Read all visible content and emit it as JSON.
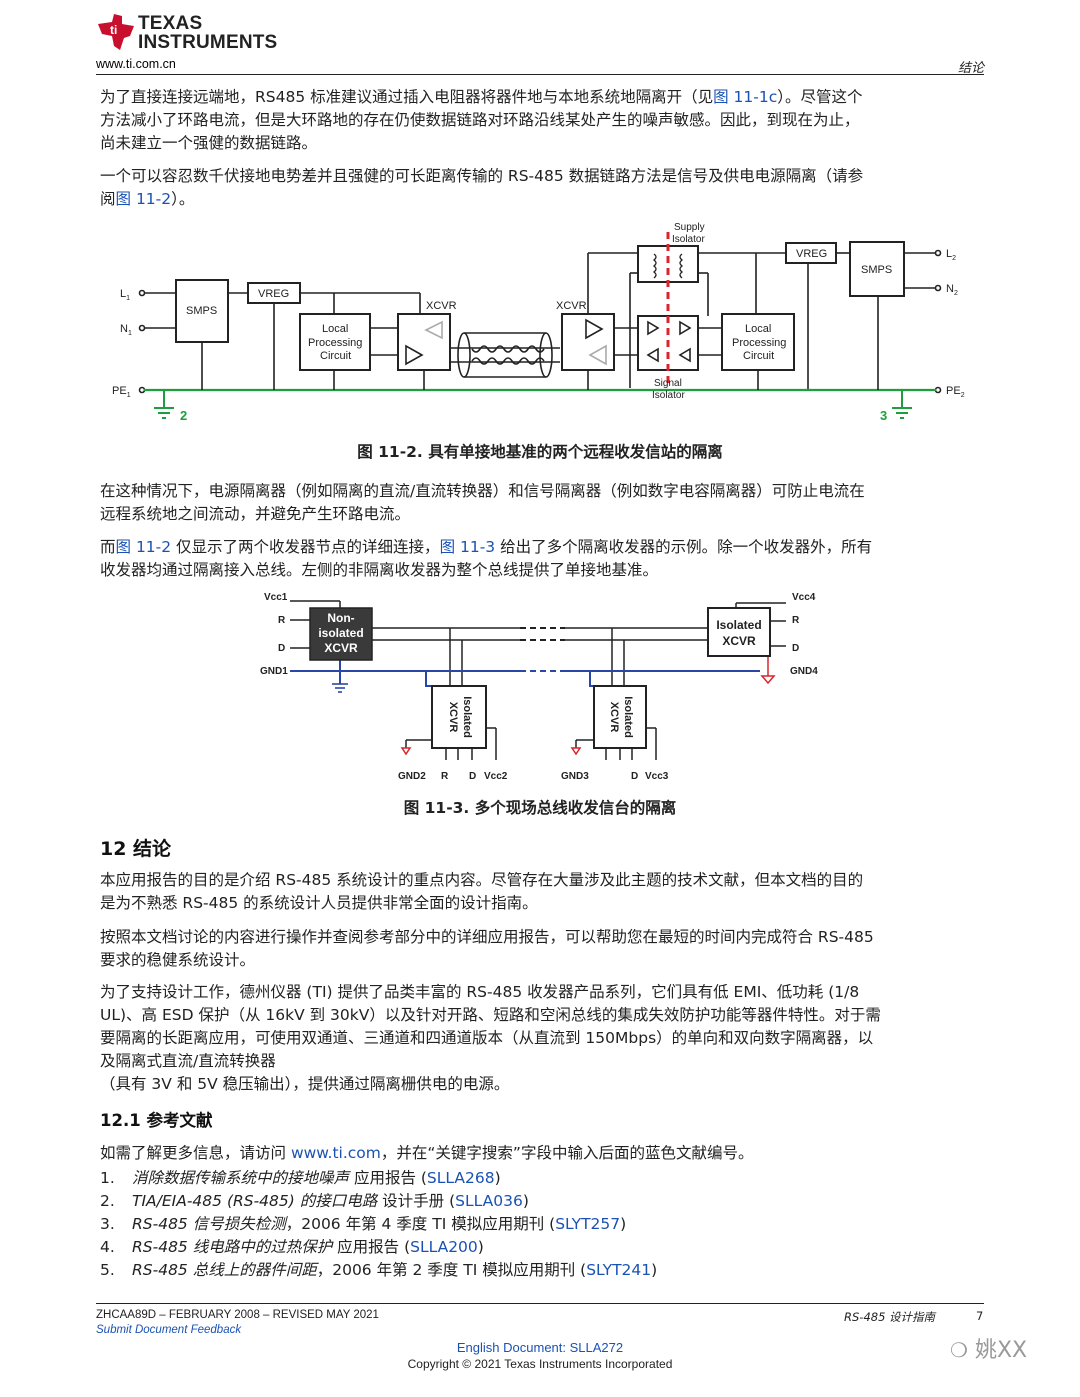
{
  "header": {
    "logo_line1": "Texas",
    "logo_line2": "Instruments",
    "website": "www.ti.com.cn",
    "section": "结论"
  },
  "paragraphs": {
    "p1_a": "为了直接连接远端地，RS485 标准建议通过插入电阻器将器件地与本地系统地隔离开（见",
    "p1_link": "图 11-1c",
    "p1_b": "）。尽管这个",
    "p1_line2": "方法减小了环路电流，但是大环路地的存在仍使数据链路对环路沿线某处产生的噪声敏感。因此，到现在为止，",
    "p1_line3": "尚未建立一个强健的数据链路。",
    "p2_line1": "一个可以容忍数千伏接地电势差并且强健的可长距离传输的 RS-485 数据链路方法是信号及供电电源隔离（请参",
    "p2_a": "阅",
    "p2_link": "图 11-2",
    "p2_b": "）。",
    "p3_line1": "在这种情况下，电源隔离器（例如隔离的直流/直流转换器）和信号隔离器（例如数字电容隔离器）可防止电流在",
    "p3_line2": "远程系统地之间流动，并避免产生环路电流。",
    "p4_a": "而",
    "p4_link1": "图 11-2",
    "p4_b": " 仅显示了两个收发器节点的详细连接，",
    "p4_link2": "图 11-3",
    "p4_c": " 给出了多个隔离收发器的示例。除一个收发器外，所有",
    "p4_line2": "收发器均通过隔离接入总线。左侧的非隔离收发器为整个总线提供了单接地基准。"
  },
  "fig1": {
    "caption": "图 11-2. 具有单接地基准的两个远程收发信站的隔离",
    "L1": "L",
    "L1_sub": "1",
    "N1": "N",
    "N1_sub": "1",
    "PE1": "PE",
    "PE1_sub": "1",
    "L2": "L",
    "L2_sub": "2",
    "N2": "N",
    "N2_sub": "2",
    "PE2": "PE",
    "PE2_sub": "2",
    "smps": "SMPS",
    "vreg": "VREG",
    "local1": "Local",
    "local2": "Processing",
    "local3": "Circuit",
    "xcvr": "XCVR",
    "supply1": "Supply",
    "supply2": "Isolator",
    "signal1": "Signal",
    "signal2": "Isolator",
    "gnd_left": "2",
    "gnd_right": "3"
  },
  "fig2": {
    "caption": "图 11-3. 多个现场总线收发信台的隔离",
    "vcc1": "Vcc1",
    "r": "R",
    "d": "D",
    "gnd1": "GND1",
    "nonisolated1": "Non-",
    "nonisolated2": "isolated",
    "nonisolated3": "XCVR",
    "isolated1": "Isolated",
    "isolated2": "XCVR",
    "vcc4": "Vcc4",
    "gnd4": "GND4",
    "gnd2": "GND2",
    "vcc2": "Vcc2",
    "gnd3": "GND3",
    "vcc3": "Vcc3"
  },
  "section12": {
    "title": "12 结论",
    "p1_line1": "本应用报告的目的是介绍 RS-485 系统设计的重点内容。尽管存在大量涉及此主题的技术文献，但本文档的目的",
    "p1_line2": "是为不熟悉 RS-485 的系统设计人员提供非常全面的设计指南。",
    "p2_line1": "按照本文档讨论的内容进行操作并查阅参考部分中的详细应用报告，可以帮助您在最短的时间内完成符合 RS-485",
    "p2_line2": "要求的稳健系统设计。",
    "p3_line1": "为了支持设计工作，德州仪器 (TI) 提供了品类丰富的 RS-485 收发器产品系列，它们具有低 EMI、低功耗 (1/8",
    "p3_line2": "UL)、高 ESD 保护（从 16kV 到 30kV）以及针对开路、短路和空闲总线的集成失效防护功能等器件特性。对于需",
    "p3_line3": "要隔离的长距离应用，可使用双通道、三通道和四通道版本（从直流到 150Mbps）的单向和双向数字隔离器，以",
    "p3_line4": "及隔离式直流/直流转换器",
    "p3_line5": "（具有 3V 和 5V 稳压输出），提供通过隔离栅供电的电源。"
  },
  "section12_1": {
    "title": "12.1 参考文献",
    "intro_a": "如需了解更多信息，请访问 ",
    "intro_link": "www.ti.com",
    "intro_b": "，并在“关键字搜索”字段中输入后面的蓝色文献编号。",
    "refs": [
      {
        "num": "1.",
        "title": "消除数据传输系统中的接地噪声",
        "after": " 应用报告 (",
        "code": "SLLA268",
        "end": ")"
      },
      {
        "num": "2.",
        "title": "TIA/EIA-485 (RS-485) 的接口电路",
        "after": " 设计手册 (",
        "code": "SLLA036",
        "end": ")"
      },
      {
        "num": "3.",
        "title": "RS-485 信号损失检测",
        "after": "，2006 年第 4 季度 TI 模拟应用期刊 (",
        "code": "SLYT257",
        "end": ")"
      },
      {
        "num": "4.",
        "title": "RS-485 线电路中的过热保护",
        "after": " 应用报告 (",
        "code": "SLLA200",
        "end": ")"
      },
      {
        "num": "5.",
        "title": "RS-485 总线上的器件间距",
        "after": "，2006 年第 2 季度 TI 模拟应用期刊 (",
        "code": "SLYT241",
        "end": ")"
      }
    ]
  },
  "footer": {
    "doc_line": "ZHCAA89D – FEBRUARY 2008 – REVISED MAY 2021",
    "feedback": "Submit Document Feedback",
    "guide": "RS-485 设计指南",
    "page": "7",
    "english": "English Document: SLLA272",
    "copyright": "Copyright © 2021 Texas Instruments Incorporated",
    "watermark": "姚XX"
  },
  "colors": {
    "ti_red": "#c8102e",
    "link_blue": "#1a52b4",
    "ground_green": "#1e9e3e",
    "barrier_red": "#d9252b",
    "gnd_blue": "#2a47a8",
    "block_dark": "#3a3a3a"
  }
}
